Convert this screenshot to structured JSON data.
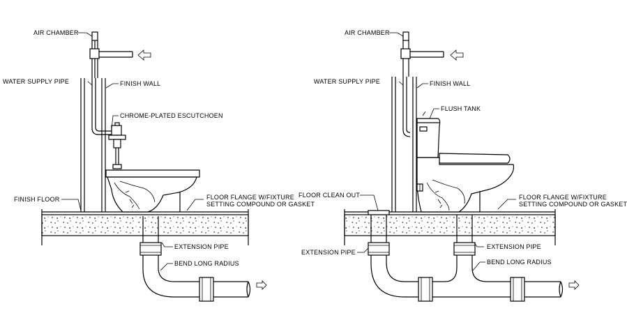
{
  "left_detail": {
    "labels": {
      "air_chamber": "AIR CHAMBER",
      "water_supply_pipe": "WATER SUPPLY PIPE",
      "finish_wall": "FINISH WALL",
      "escutcheon": "CHROME-PLATED ESCUTCHOEN",
      "finish_floor": "FINISH FLOOR",
      "floor_flange_1": "FLOOR FLANGE W/FIXTURE",
      "floor_flange_2": "SETTING COMPOUND OR GASKET",
      "extension_pipe": "EXTENSION PIPE",
      "bend_long_radius": "BEND LONG RADIUS"
    }
  },
  "right_detail": {
    "labels": {
      "air_chamber": "AIR CHAMBER",
      "water_supply_pipe": "WATER SUPPLY PIPE",
      "finish_wall": "FINISH WALL",
      "flush_tank": "FLUSH TANK",
      "floor_clean_out": "FLOOR CLEAN OUT",
      "floor_flange_1": "FLOOR FLANGE W/FIXTURE",
      "floor_flange_2": "SETTING COMPOUND OR GASKET",
      "extension_pipe_left": "EXTENSION PIPE",
      "extension_pipe_right": "EXTENSION PIPE",
      "bend_long_radius": "BEND LONG RADIUS"
    }
  }
}
